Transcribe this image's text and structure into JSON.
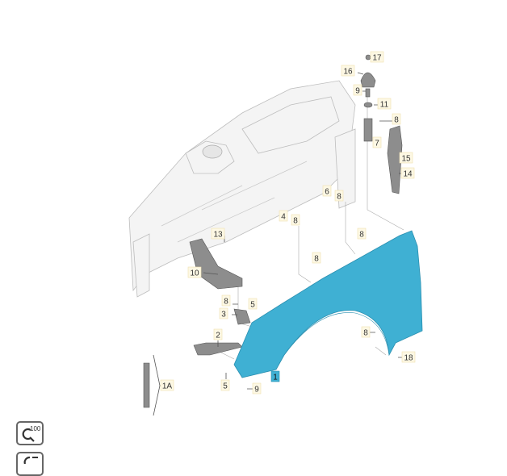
{
  "diagram": {
    "title": "Front fender assembly",
    "main_part_label": "1",
    "callouts": [
      {
        "id": "c17",
        "text": "17"
      },
      {
        "id": "c16",
        "text": "16"
      },
      {
        "id": "c9a",
        "text": "9"
      },
      {
        "id": "c11",
        "text": "11"
      },
      {
        "id": "c8a",
        "text": "8"
      },
      {
        "id": "c7",
        "text": "7"
      },
      {
        "id": "c15",
        "text": "15"
      },
      {
        "id": "c14",
        "text": "14"
      },
      {
        "id": "c6",
        "text": "6"
      },
      {
        "id": "c8b",
        "text": "8"
      },
      {
        "id": "c4",
        "text": "4"
      },
      {
        "id": "c8c",
        "text": "8"
      },
      {
        "id": "c13",
        "text": "13"
      },
      {
        "id": "c10",
        "text": "10"
      },
      {
        "id": "c8d",
        "text": "8"
      },
      {
        "id": "c8e",
        "text": "8"
      },
      {
        "id": "c8f",
        "text": "8"
      },
      {
        "id": "c5a",
        "text": "5"
      },
      {
        "id": "c3",
        "text": "3"
      },
      {
        "id": "c2",
        "text": "2"
      },
      {
        "id": "c8g",
        "text": "8"
      },
      {
        "id": "c18",
        "text": "18"
      },
      {
        "id": "c5b",
        "text": "5"
      },
      {
        "id": "c9b",
        "text": "9"
      },
      {
        "id": "c1A",
        "text": "1A"
      }
    ],
    "colors": {
      "fender": "#3fb0d3",
      "label_bg": "#fdf8e4"
    }
  },
  "toolbar": {
    "zoom_label": "100",
    "zoom_icon": "zoom-magnifier-icon",
    "second_icon": "list-icon"
  }
}
